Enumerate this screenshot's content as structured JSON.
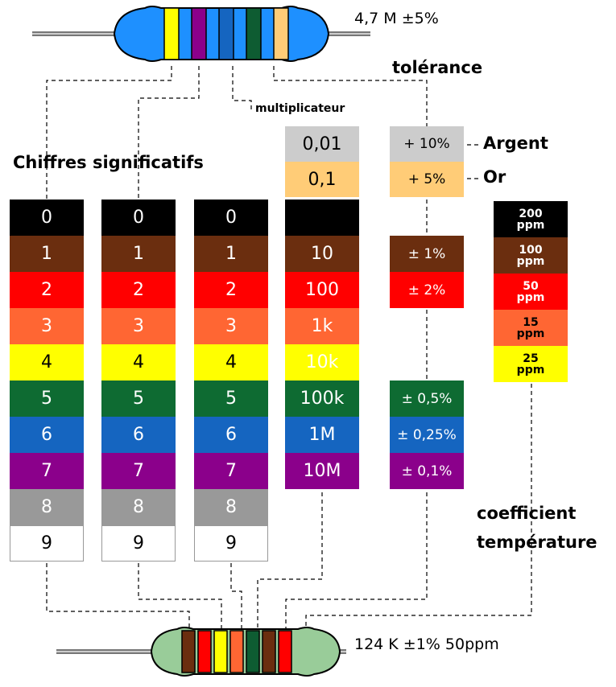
{
  "labels": {
    "significant_digits": "Chiffres significatifs",
    "multiplier": "multiplicateur",
    "tolerance": "tolérance",
    "temp_coeff_line1": "coefficient",
    "temp_coeff_line2": "température",
    "silver": "Argent",
    "gold": "Or"
  },
  "top_resistor": {
    "value_text": "4,7 M ±5%",
    "band_colors": [
      "#ffff00",
      "#8b008b",
      "#1565c0",
      "#0e5c32",
      "#ffcc77"
    ],
    "body_color": "#1e90ff"
  },
  "bottom_resistor": {
    "value_text": "124 K  ±1% 50ppm",
    "band_colors": [
      "#6b2e0f",
      "#ff0000",
      "#ffff00",
      "#ff6633",
      "#0e5c32",
      "#6b2e0f",
      "#ff0000"
    ],
    "body_color": "#99cc99"
  },
  "digit_colors": [
    "#000000",
    "#6b2e0f",
    "#ff0000",
    "#ff6633",
    "#ffff00",
    "#0e6b32",
    "#1565c0",
    "#8b008b",
    "#999999",
    "#ffffff"
  ],
  "digit_text_colors": [
    "#ffffff",
    "#ffffff",
    "#ffffff",
    "#ffffff",
    "#000000",
    "#ffffff",
    "#ffffff",
    "#ffffff",
    "#ffffff",
    "#000000"
  ],
  "digits": [
    "0",
    "1",
    "2",
    "3",
    "4",
    "5",
    "6",
    "7",
    "8",
    "9"
  ],
  "multiplier": {
    "silver": "0,01",
    "gold": "0,1",
    "values": [
      "",
      "10",
      "100",
      "1k",
      "10k",
      "100k",
      "1M",
      "10M"
    ]
  },
  "tolerance": {
    "silver": "+ 10%",
    "gold": "+ 5%",
    "values": [
      "",
      "± 1%",
      "± 2%",
      "",
      "",
      "± 0,5%",
      "± 0,25%",
      "± 0,1%"
    ]
  },
  "temp_coeff": [
    {
      "num": "200",
      "unit": "ppm",
      "color": "#000000",
      "text": "#ffffff"
    },
    {
      "num": "100",
      "unit": "ppm",
      "color": "#6b2e0f",
      "text": "#ffffff"
    },
    {
      "num": "50",
      "unit": "ppm",
      "color": "#ff0000",
      "text": "#ffffff"
    },
    {
      "num": "15",
      "unit": "ppm",
      "color": "#ff6633",
      "text": "#000000"
    },
    {
      "num": "25",
      "unit": "ppm",
      "color": "#ffff00",
      "text": "#000000"
    }
  ]
}
